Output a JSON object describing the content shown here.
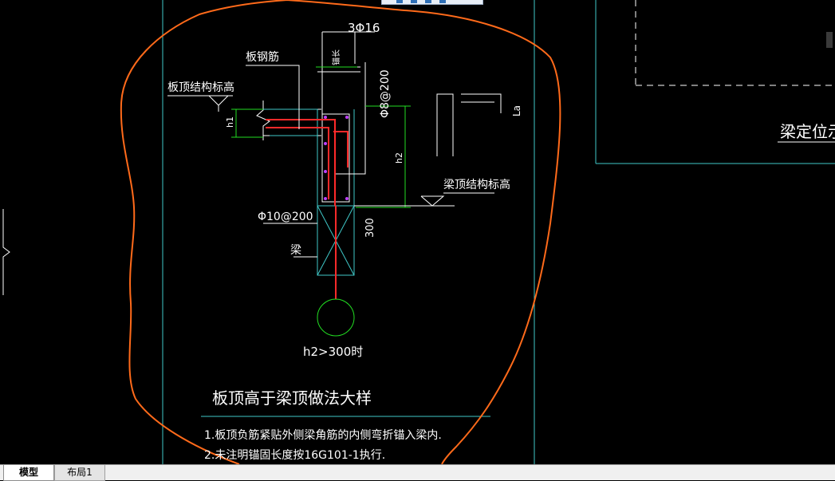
{
  "drawing": {
    "labels": {
      "main_bar": "3Φ16",
      "slab_bar": "板钢筋",
      "slab_top_level": "板顶结构标高",
      "stirrup_spacing": "Φ8@200",
      "anchor_label": "锚长",
      "beam_top_level": "梁顶结构标高",
      "h1": "h1",
      "h2": "h2",
      "la": "La",
      "dim_300": "300",
      "beam_stirrup": "Φ10@200",
      "beam": "梁",
      "condition": "h2>300时",
      "title": "板顶高于梁顶做法大样",
      "note_1": "1.板顶负筋紧贴外侧梁角筋的内侧弯折锚入梁内.",
      "note_2": "2.未注明锚固长度按16G101-1执行.",
      "side_title": "梁定位示"
    },
    "colors": {
      "background": "#000000",
      "frame": "#3fc7c7",
      "rebar": "#ff2a2a",
      "dimension": "#22dd22",
      "annotation": "#ffffff",
      "markup": "#ff6a1a",
      "rebar_dot": "#c040ff"
    }
  },
  "layout_tabs": {
    "model": "模型",
    "layout1": "布局1"
  }
}
